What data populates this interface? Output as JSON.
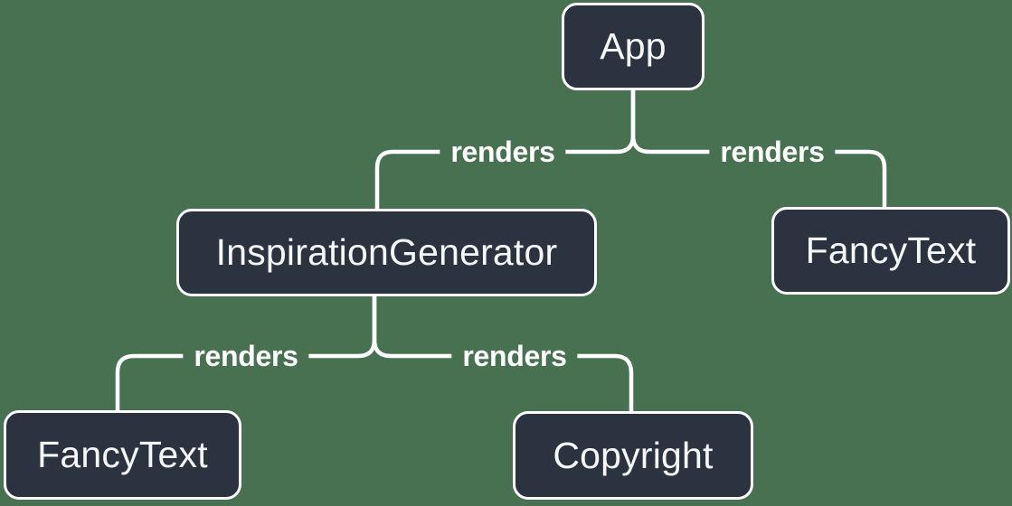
{
  "colors": {
    "background": "#477150",
    "node_fill": "#2B3340",
    "node_border": "#FFFFFF",
    "node_text": "#F6F7F9",
    "edge": "#FFFFFF",
    "edge_label_text": "#FFFFFF"
  },
  "diagram": {
    "type": "render-tree",
    "root": "App",
    "nodes": [
      {
        "id": "app",
        "label": "App"
      },
      {
        "id": "inspiration-generator",
        "label": "InspirationGenerator"
      },
      {
        "id": "fancy-text-top",
        "label": "FancyText"
      },
      {
        "id": "fancy-text-bottom",
        "label": "FancyText"
      },
      {
        "id": "copyright",
        "label": "Copyright"
      }
    ],
    "edges": [
      {
        "from": "App",
        "to": "InspirationGenerator",
        "label": "renders"
      },
      {
        "from": "App",
        "to": "FancyText",
        "label": "renders"
      },
      {
        "from": "InspirationGenerator",
        "to": "FancyText",
        "label": "renders"
      },
      {
        "from": "InspirationGenerator",
        "to": "Copyright",
        "label": "renders"
      }
    ]
  }
}
